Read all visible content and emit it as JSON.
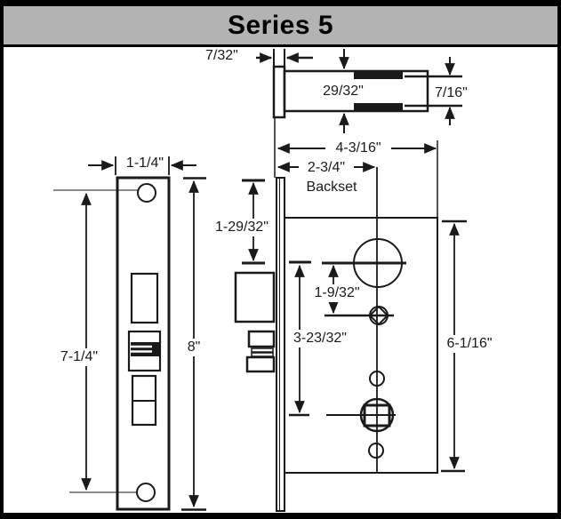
{
  "title": "Series 5",
  "views": {
    "latch_section": {
      "faceplate_thickness": "7/32\"",
      "case_front_height": "29/32\"",
      "latchbolt_height": "7/16\""
    },
    "faceplate_front": {
      "width": "1-1/4\"",
      "screw_hole_spacing": "7-1/4\"",
      "height": "8\""
    },
    "lock_body": {
      "case_depth": "4-3/16\"",
      "backset": "2-3/4\"",
      "backset_caption": "Backset",
      "top_to_cylinder_center": "1-29/32\"",
      "cylinder_to_thumbturn": "1-9/32\"",
      "cylinder_to_hub": "3-23/32\"",
      "case_height": "6-1/16\""
    }
  },
  "colors": {
    "titlebar_bg": "#b3b3b3",
    "ink": "#1a1a1a",
    "background": "#ffffff"
  }
}
